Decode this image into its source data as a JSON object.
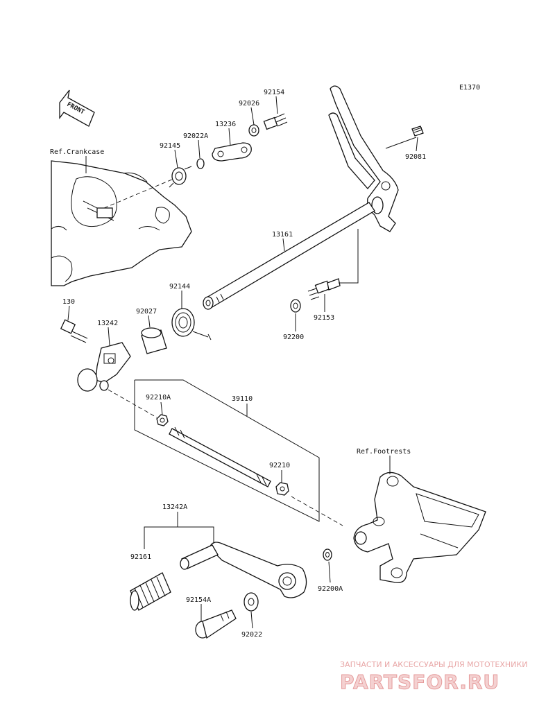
{
  "diagram_id": "E1370",
  "front_arrow": "FRONT",
  "refs": {
    "crankcase": "Ref.Crankcase",
    "footrests": "Ref.Footrests"
  },
  "callouts": {
    "p92154": "92154",
    "p92026": "92026",
    "p13236": "13236",
    "p92022A": "92022A",
    "p92145": "92145",
    "p92081": "92081",
    "p13161": "13161",
    "p92144": "92144",
    "p92027": "92027",
    "p130": "130",
    "p13242": "13242",
    "p92153": "92153",
    "p92200": "92200",
    "p92210A": "92210A",
    "p39110": "39110",
    "p92210": "92210",
    "p13242A": "13242A",
    "p92161": "92161",
    "p92154A": "92154A",
    "p92022": "92022",
    "p92200A": "92200A"
  },
  "watermark": {
    "line": "ЗАПЧАСТИ И АКСЕССУАРЫ ДЛЯ МОТОТЕХНИКИ",
    "brand": "PARTSFOR.RU"
  }
}
